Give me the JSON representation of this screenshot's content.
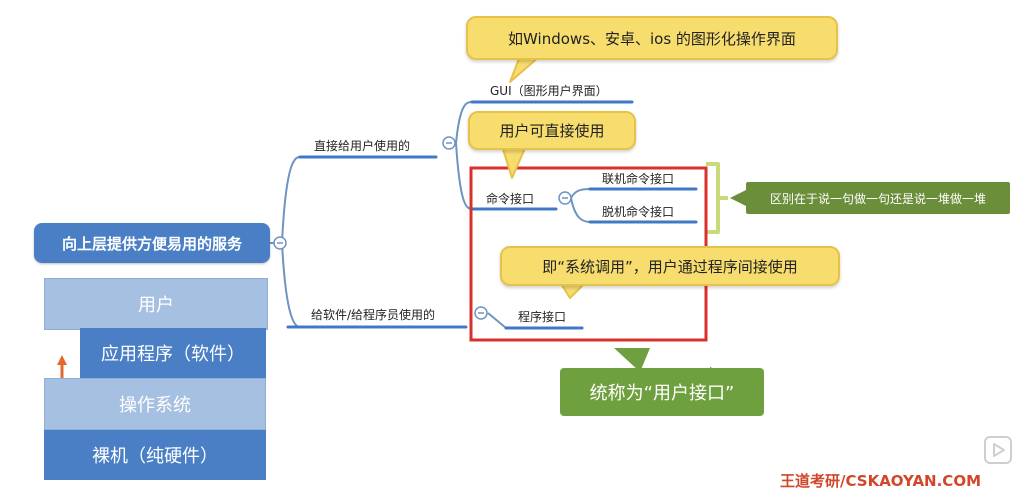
{
  "root": {
    "label": "向上层提供方便易用的服务"
  },
  "branches": {
    "direct_users": "直接给用户使用的",
    "software_programmers": "给软件/给程序员使用的"
  },
  "nodes": {
    "gui": "GUI（图形用户界面）",
    "command_interface": "命令接口",
    "online_command": "联机命令接口",
    "offline_command": "脱机命令接口",
    "program_interface": "程序接口"
  },
  "callouts": {
    "gui_note": "如Windows、安卓、ios 的图形化操作界面",
    "command_note": "用户可直接使用",
    "program_note": "即“系统调用”，用户通过程序间接使用",
    "difference_note": "区别在于说一句做一句还是说一堆做一堆",
    "collective_note": "统称为“用户接口”"
  },
  "layers": {
    "user": "用户",
    "application": "应用程序（软件）",
    "os": "操作系统",
    "bare_machine": "裸机（纯硬件）"
  },
  "watermark": "王道考研/CSKAOYAN.COM",
  "colors": {
    "root_blue": "#4a7fc6",
    "branch_line": "#6f93c2",
    "underline_blue": "#3f78c4",
    "callout_yellow": "#f7dc6e",
    "green_note": "#6b8e3b",
    "highlight_red": "#d9302c",
    "layer_light": "#a5c0e0",
    "layer_dark": "#4a7fc6",
    "arrow_orange": "#e06a2e"
  },
  "icons": [
    "collapse-icon",
    "play-icon",
    "cursor-icon"
  ]
}
